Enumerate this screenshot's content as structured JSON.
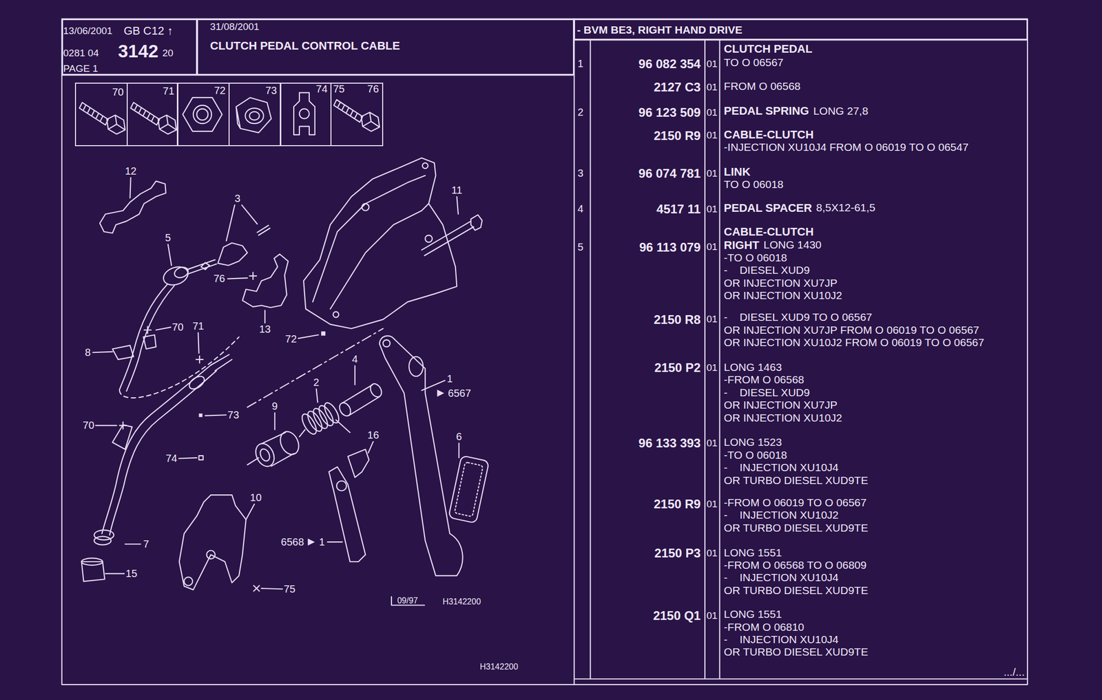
{
  "diagram": {
    "title": "CLUTCH PEDAL CONTROL CABLE",
    "nodes": [
      {
        "text": [
          "13/06/2001",
          "GB C12 ↑",
          "0281 04",
          "3142",
          "20",
          "PAGE 1"
        ]
      },
      {
        "text": [
          "31/08/2001"
        ]
      },
      {
        "text": [
          "- BVM BE3, RIGHT HAND DRIVE"
        ]
      },
      {
        "text": [
          "70"
        ]
      },
      {
        "text": [
          "71"
        ]
      },
      {
        "text": [
          "72"
        ]
      },
      {
        "text": [
          "73"
        ]
      },
      {
        "text": [
          "74"
        ]
      },
      {
        "text": [
          "75",
          "76"
        ]
      }
    ],
    "labels": [
      "12",
      "3",
      "5",
      "76",
      "13",
      "72",
      "11",
      "8",
      "70",
      "71",
      "73",
      "70",
      "74",
      "2",
      "4",
      "9",
      "1",
      "6567",
      "16",
      "6",
      "10",
      "6568",
      "1",
      "7",
      "15",
      "75",
      "09/97",
      "H3142200",
      "H3142200",
      "CLUTCH PEDAL",
      "1",
      "96 082 354",
      "01",
      "TO O 06567",
      "2127 C3",
      "01",
      "FROM O 06568",
      "2",
      "96 123 509",
      "01",
      "PEDAL SPRING",
      "LONG 27,8",
      "2150 R9",
      "01",
      "CABLE-CLUTCH",
      "-INJECTION XU10J4 FROM O 06019 TO O 06547",
      "3",
      "96 074 781",
      "01",
      "LINK",
      "TO O 06018",
      "4",
      "4517 11",
      "01",
      "PEDAL SPACER",
      "8,5X12-61,5",
      "CABLE-CLUTCH",
      "5",
      "96 113 079",
      "01",
      "RIGHT",
      "LONG 1430",
      "-TO O 06018",
      "-    DIESEL XUD9",
      "OR INJECTION XU7JP",
      "OR INJECTION XU10J2",
      "2150 R8",
      "01",
      "-    DIESEL XUD9 TO O 06567",
      "OR INJECTION XU7JP FROM O 06019 TO O 06567",
      "OR INJECTION XU10J2 FROM O 06019 TO O 06567",
      "2150 P2",
      "01",
      "LONG 1463",
      "-FROM O 06568",
      "-    DIESEL XUD9",
      "OR INJECTION XU7JP",
      "OR INJECTION XU10J2",
      "96 133 393",
      "01",
      "LONG 1523",
      "-TO O 06018",
      "-    INJECTION XU10J4",
      "OR TURBO DIESEL XUD9TE",
      "2150 R9",
      "01",
      "-FROM O 06019 TO O 06567",
      "-    INJECTION XU10J2",
      "OR TURBO DIESEL XUD9TE",
      "2150 P3",
      "01",
      "LONG 1551",
      "-FROM O 06568 TO O 06809",
      "-    INJECTION XU10J4",
      "OR TURBO DIESEL XUD9TE",
      "2150 Q1",
      "01",
      "LONG 1551",
      "-FROM O 06810",
      "-    INJECTION XU10J4",
      "OR TURBO DIESEL XUD9TE",
      ".../..."
    ]
  }
}
